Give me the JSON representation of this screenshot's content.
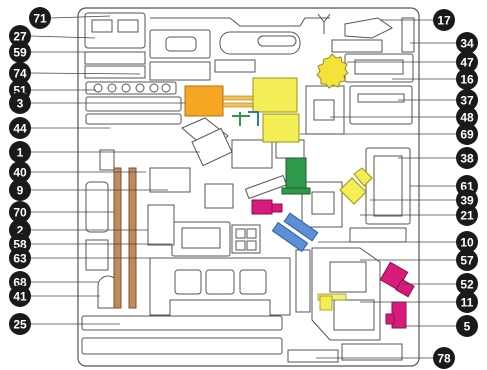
{
  "diagram": {
    "left_labels": [
      "71",
      "27",
      "59",
      "74",
      "51",
      "3",
      "44",
      "1",
      "40",
      "9",
      "70",
      "2",
      "58",
      "63",
      "68",
      "41",
      "25"
    ],
    "right_labels": [
      "17",
      "34",
      "47",
      "16",
      "37",
      "48",
      "69",
      "38",
      "61",
      "39",
      "21",
      "10",
      "57",
      "52",
      "11",
      "5",
      "78"
    ],
    "colors": {
      "badge": "#1a1a1a",
      "orange": "#f5a623",
      "yellow": "#f3ee55",
      "green": "#2e9a4a",
      "magenta": "#d81b7a",
      "blue": "#5b8fd6",
      "brown": "#c08a5a",
      "outline": "#555555"
    }
  }
}
